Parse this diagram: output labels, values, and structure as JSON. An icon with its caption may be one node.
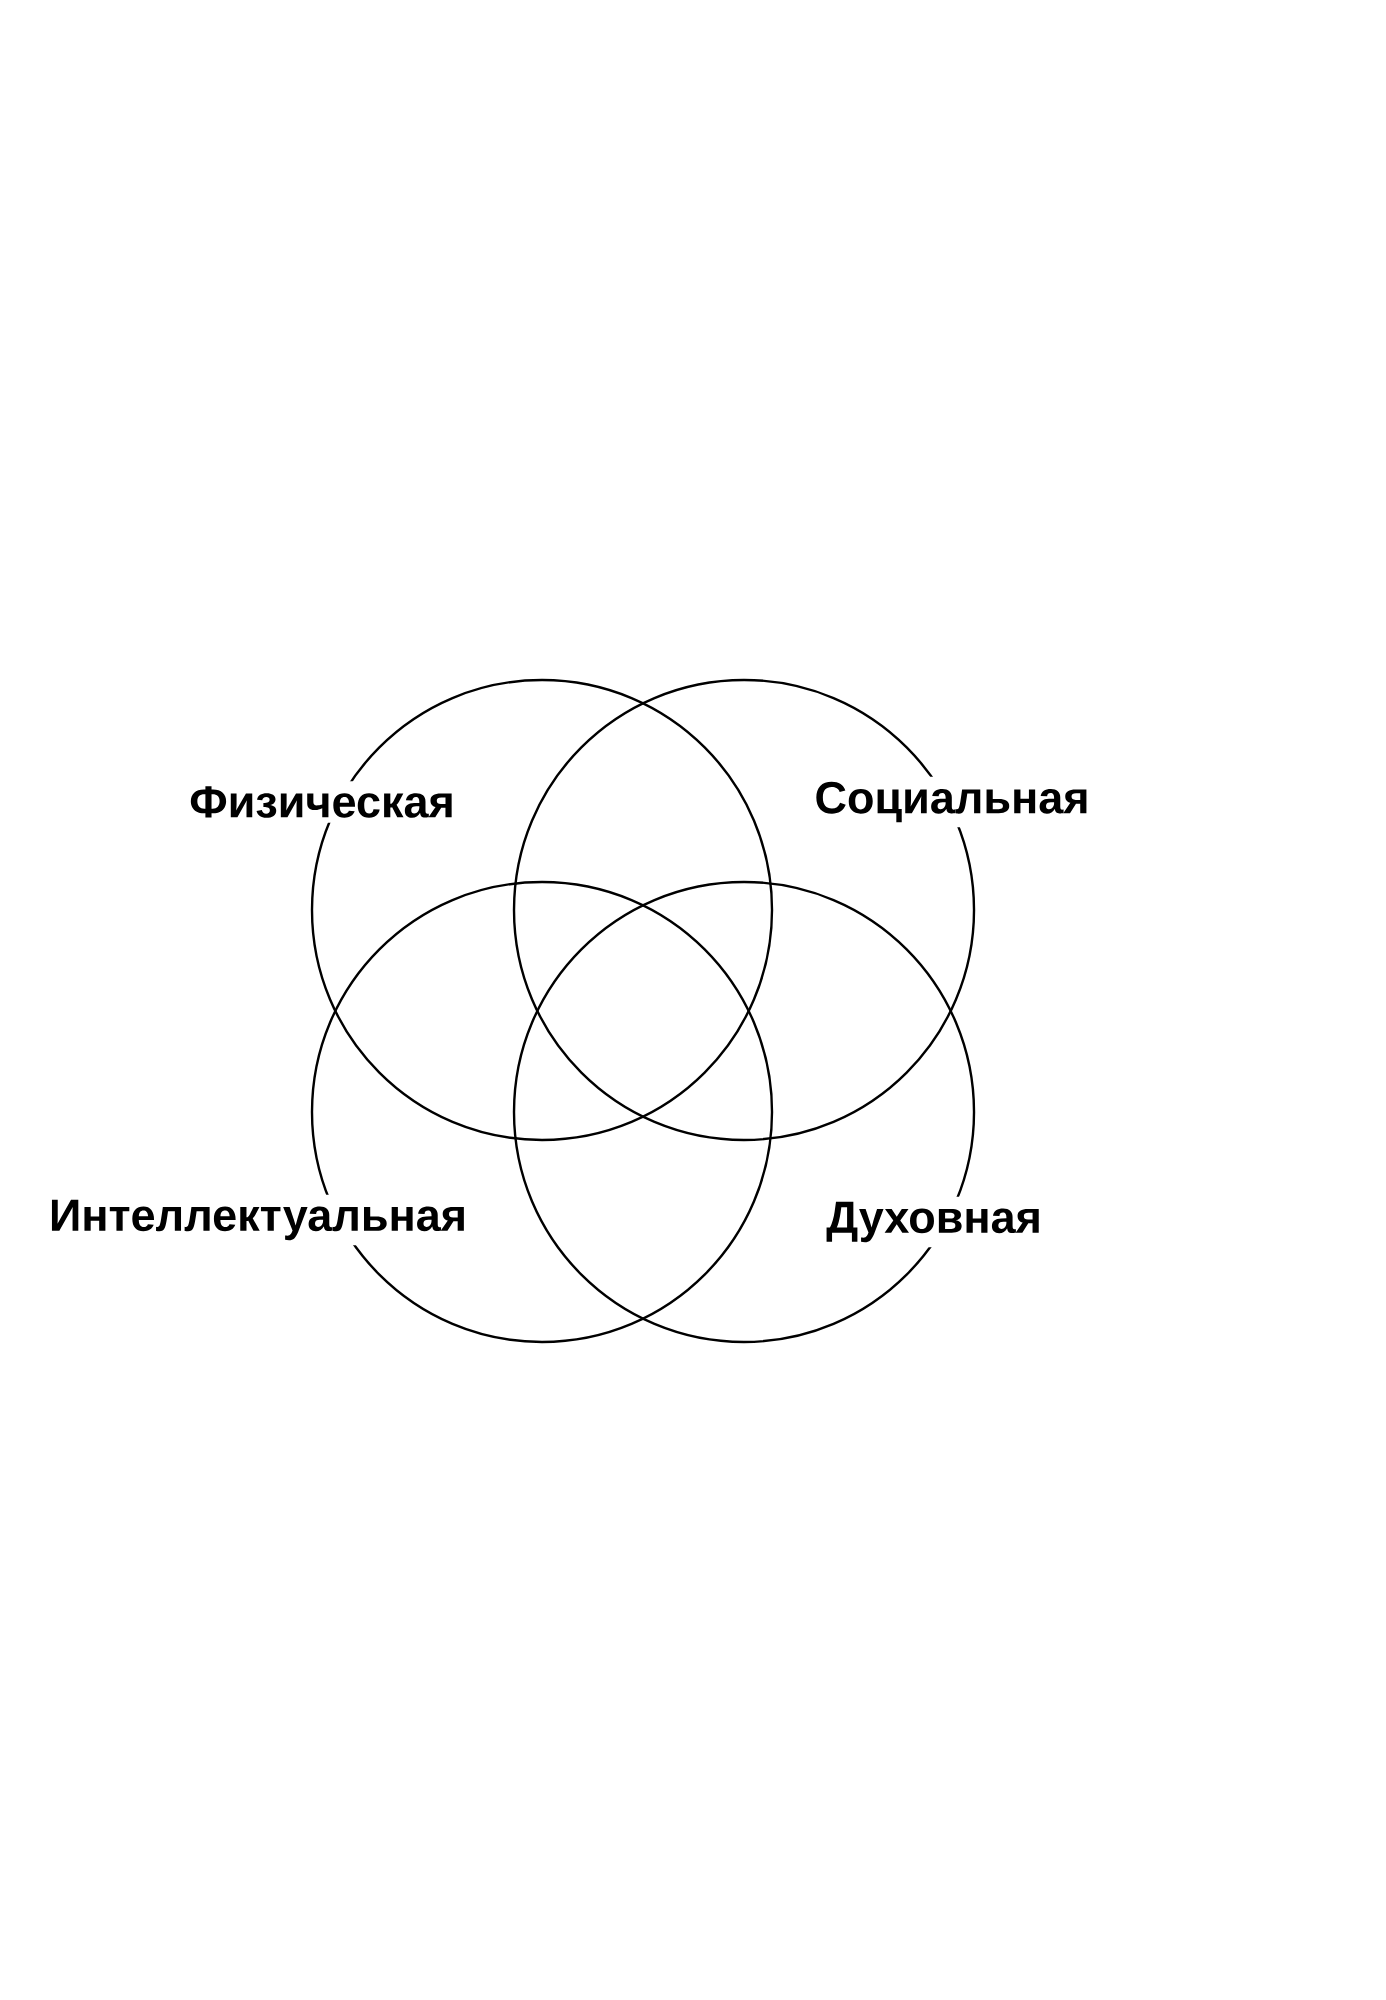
{
  "diagram": {
    "nodes": [
      {
        "text": [
          "Физическая"
        ]
      },
      {
        "text": [
          "Социальная"
        ]
      },
      {
        "text": [
          "Интеллектуальная"
        ]
      },
      {
        "text": [
          "Духовная"
        ]
      }
    ]
  }
}
